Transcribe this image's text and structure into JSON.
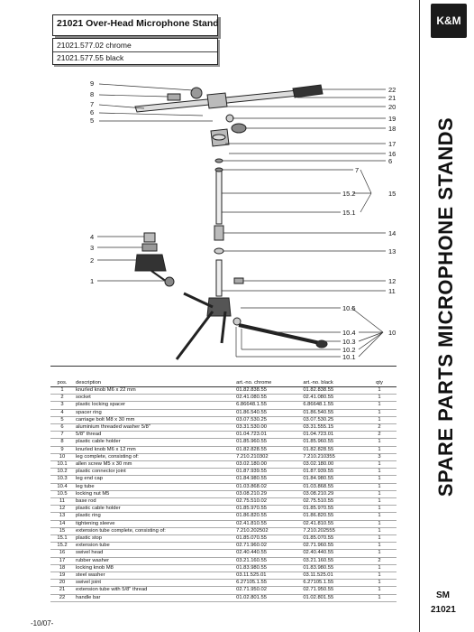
{
  "document": {
    "title": "21021 Over-Head Microphone Stand",
    "variants": [
      "21021.577.02 chrome",
      "21021.577.55 black"
    ],
    "logo": "K&M",
    "side_title": "SPARE PARTS MICROPHONE STANDS",
    "series_code": "SM",
    "series_number": "21021",
    "footer_date": "-10/07-"
  },
  "callouts": {
    "left_top": [
      "9",
      "8",
      "7",
      "6",
      "5"
    ],
    "right_top": [
      "22",
      "21",
      "20",
      "19",
      "18",
      "17",
      "16",
      "6"
    ],
    "tube": [
      "7",
      "15.2",
      "15",
      "15.1",
      "14",
      "13",
      "12",
      "11"
    ],
    "clamp": [
      "4",
      "3",
      "2",
      "1"
    ],
    "boom": [
      "10.5",
      "10.4",
      "10.3",
      "10.2",
      "10.1",
      "10"
    ]
  },
  "table": {
    "headers": {
      "pos": "pos.",
      "description": "description",
      "chrome": "art.-no. chrome",
      "black": "art.-no. black",
      "qty": "qty"
    },
    "rows": [
      {
        "pos": "1",
        "desc": "knurled knob M6 x 22 mm",
        "chrome": "01.82.838.55",
        "black": "01.82.838.55",
        "qty": "1"
      },
      {
        "pos": "2",
        "desc": "socket",
        "chrome": "02.41.080.55",
        "black": "02.41.080.55",
        "qty": "1"
      },
      {
        "pos": "3",
        "desc": "plastic locking spacer",
        "chrome": "6.86648.1.55",
        "black": "6.86648.1.55",
        "qty": "1"
      },
      {
        "pos": "4",
        "desc": "spacer ring",
        "chrome": "01.86.540.55",
        "black": "01.86.540.55",
        "qty": "1"
      },
      {
        "pos": "5",
        "desc": "carriage bolt M8 x 30 mm",
        "chrome": "03.07.530.25",
        "black": "03.07.530.25",
        "qty": "1"
      },
      {
        "pos": "6",
        "desc": "aluminium threaded washer 5/8\"",
        "chrome": "03.31.530.00",
        "black": "03.31.555.15",
        "qty": "2"
      },
      {
        "pos": "7",
        "desc": "5/8\" thread",
        "chrome": "01.04.723.01",
        "black": "01.04.723.01",
        "qty": "2"
      },
      {
        "pos": "8",
        "desc": "plastic cable holder",
        "chrome": "01.85.960.55",
        "black": "01.85.960.55",
        "qty": "1"
      },
      {
        "pos": "9",
        "desc": "knurled knob M6 x 12 mm",
        "chrome": "01.82.828.55",
        "black": "01.82.828.55",
        "qty": "1"
      },
      {
        "pos": "10",
        "desc": "leg complete, consisting of:",
        "chrome": "7.210.210302",
        "black": "7.210.210355",
        "qty": "3"
      },
      {
        "pos": "10.1",
        "desc": "allen screw M5 x 30 mm",
        "chrome": "03.02.180.00",
        "black": "03.02.180.00",
        "qty": "1"
      },
      {
        "pos": "10.2",
        "desc": "plastic connector joint",
        "chrome": "01.87.939.55",
        "black": "01.87.939.55",
        "qty": "1"
      },
      {
        "pos": "10.3",
        "desc": "leg end cap",
        "chrome": "01.84.980.55",
        "black": "01.84.980.55",
        "qty": "1"
      },
      {
        "pos": "10.4",
        "desc": "leg tube",
        "chrome": "01.03.868.02",
        "black": "01.03.868.55",
        "qty": "1"
      },
      {
        "pos": "10.5",
        "desc": "locking nut M5",
        "chrome": "03.08.210.29",
        "black": "03.08.210.29",
        "qty": "1"
      },
      {
        "pos": "11",
        "desc": "base rod",
        "chrome": "02.75.510.02",
        "black": "02.75.510.55",
        "qty": "1"
      },
      {
        "pos": "12",
        "desc": "plastic cable holder",
        "chrome": "01.85.970.55",
        "black": "01.85.970.55",
        "qty": "1"
      },
      {
        "pos": "13",
        "desc": "plastic ring",
        "chrome": "01.86.820.55",
        "black": "01.86.820.55",
        "qty": "1"
      },
      {
        "pos": "14",
        "desc": "tightening sleeve",
        "chrome": "02.41.810.55",
        "black": "02.41.810.55",
        "qty": "1"
      },
      {
        "pos": "15",
        "desc": "extension tube complete, consisting of:",
        "chrome": "7.210.202502",
        "black": "7.210.202555",
        "qty": "1"
      },
      {
        "pos": "15.1",
        "desc": "plastic stop",
        "chrome": "01.85.070.55",
        "black": "01.85.070.55",
        "qty": "1"
      },
      {
        "pos": "15.2",
        "desc": "extension tube",
        "chrome": "02.71.960.02",
        "black": "02.71.960.55",
        "qty": "1"
      },
      {
        "pos": "16",
        "desc": "swivel head",
        "chrome": "02.40.440.55",
        "black": "02.40.440.55",
        "qty": "1"
      },
      {
        "pos": "17",
        "desc": "rubber washer",
        "chrome": "03.21.160.55",
        "black": "03.21.160.55",
        "qty": "2"
      },
      {
        "pos": "18",
        "desc": "locking knob M8",
        "chrome": "01.83.980.55",
        "black": "01.83.980.55",
        "qty": "1"
      },
      {
        "pos": "19",
        "desc": "steel washer",
        "chrome": "03.11.525.01",
        "black": "03.11.525.01",
        "qty": "1"
      },
      {
        "pos": "20",
        "desc": "swivel joint",
        "chrome": "6.27105.1.55",
        "black": "6.27105.1.55",
        "qty": "1"
      },
      {
        "pos": "21",
        "desc": "extension tube with 5/8\" thread",
        "chrome": "02.71.950.02",
        "black": "02.71.950.55",
        "qty": "1"
      },
      {
        "pos": "22",
        "desc": "handle bar",
        "chrome": "01.02.801.55",
        "black": "01.02.801.55",
        "qty": "1"
      }
    ]
  }
}
